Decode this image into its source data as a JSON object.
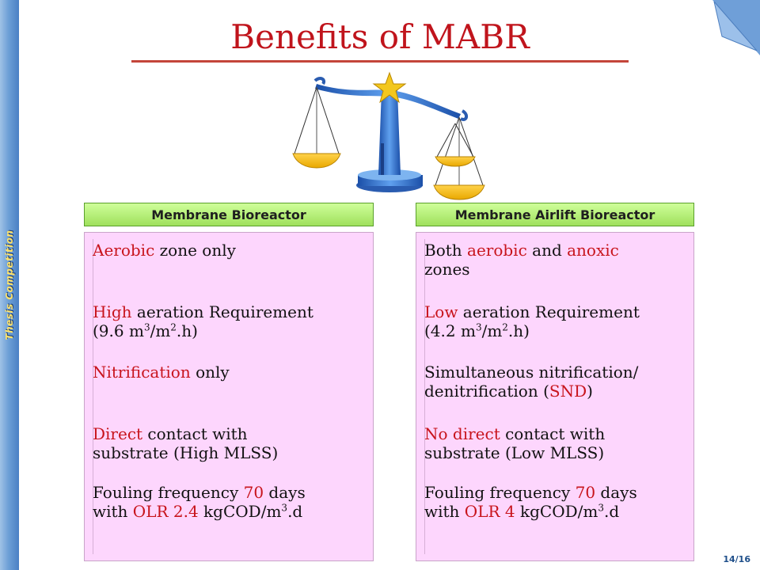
{
  "slide": {
    "sidebar_text": "Thesis Competition",
    "title": "Benefits of MABR",
    "page_number": "14/16"
  },
  "left_panel": {
    "header": "Membrane Bioreactor",
    "items": [
      {
        "red": "Aerobic",
        "text": " zone only"
      },
      {
        "red": "High",
        "text": " aeration Requirement",
        "line2_pre": "(9.6 m",
        "sup1": "3",
        "mid": "/m",
        "sup2": "2",
        "post": ".h)"
      },
      {
        "red": "Nitrification",
        "text": " only"
      },
      {
        "red": "Direct",
        "text": " contact with",
        "line2": "substrate (High MLSS)"
      },
      {
        "pre": "Fouling frequency ",
        "red": "70",
        "text": " days",
        "line2_pre": "with ",
        "red2": "OLR 2.4",
        "line2_mid": " kgCOD/m",
        "sup": "3",
        "line2_post": ".d"
      }
    ]
  },
  "right_panel": {
    "header": "Membrane Airlift Bioreactor",
    "items": [
      {
        "pre": "Both ",
        "red": "aerobic",
        "mid": " and ",
        "red2": "anoxic",
        "line2": "zones"
      },
      {
        "red": "Low",
        "text": " aeration Requirement",
        "line2_pre": "(4.2 m",
        "sup1": "3",
        "mid": "/m",
        "sup2": "2",
        "post": ".h)"
      },
      {
        "text": "Simultaneous nitrification/",
        "line2_pre": "denitrification (",
        "red": "SND",
        "line2_post": ")"
      },
      {
        "red": "No direct",
        "text": " contact with",
        "line2": "substrate (Low MLSS)"
      },
      {
        "pre": "Fouling frequency ",
        "red": "70",
        "text": " days",
        "line2_pre": "with ",
        "red2": "OLR 4",
        "line2_mid": " kgCOD/m",
        "sup": "3",
        "line2_post": ".d"
      }
    ]
  },
  "colors": {
    "title": "#c0141c",
    "accent_red": "#c8141c",
    "panel_body": "#fdd6fd",
    "panel_header": "#9fe05c",
    "sidebar": "#4a80c4"
  },
  "icons": {
    "scale": "balance-scale-icon",
    "corner": "page-curl-icon"
  }
}
